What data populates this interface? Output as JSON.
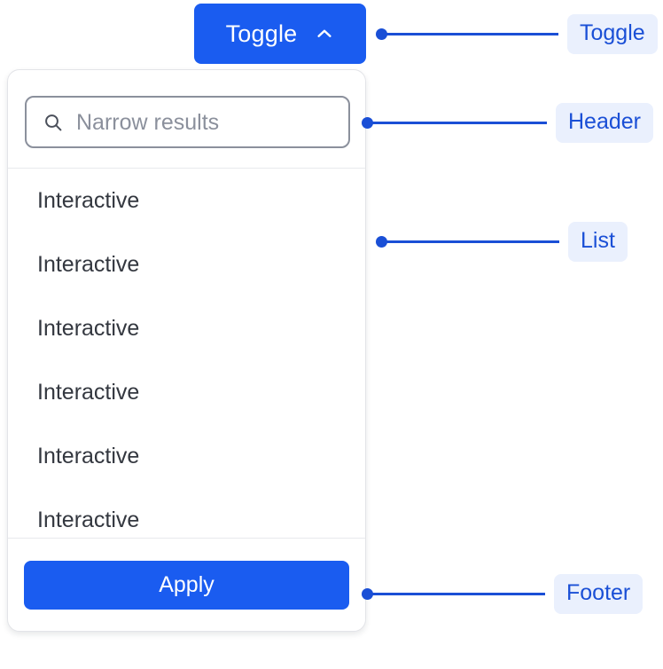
{
  "toggle": {
    "label": "Toggle",
    "icon": "chevron-up-icon",
    "expanded": true,
    "background_color": "#1a5cf0",
    "text_color": "#ffffff"
  },
  "panel": {
    "header": {
      "search": {
        "icon": "search-icon",
        "placeholder": "Narrow results",
        "value": ""
      }
    },
    "list": {
      "items": [
        {
          "label": "Interactive"
        },
        {
          "label": "Interactive"
        },
        {
          "label": "Interactive"
        },
        {
          "label": "Interactive"
        },
        {
          "label": "Interactive"
        },
        {
          "label": "Interactive"
        }
      ]
    },
    "footer": {
      "apply_label": "Apply",
      "apply_background_color": "#1a5cf0",
      "apply_text_color": "#ffffff"
    }
  },
  "annotations": {
    "accent_color": "#1a4fd6",
    "chip_background_color": "#eaf0fd",
    "items": [
      {
        "label": "Toggle"
      },
      {
        "label": "Header"
      },
      {
        "label": "List"
      },
      {
        "label": "Footer"
      }
    ]
  }
}
